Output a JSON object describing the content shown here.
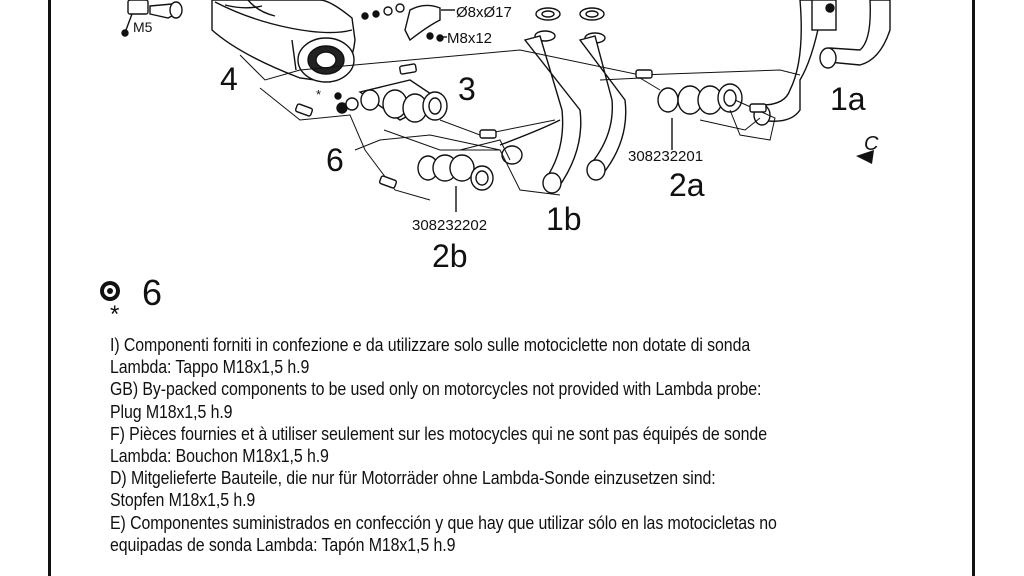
{
  "diagram": {
    "labels": {
      "m5": "M5",
      "washer": "Ø8xØ17",
      "screw": "M8x12",
      "part_4": "4",
      "part_3": "3",
      "part_6": "6",
      "part_1a": "1a",
      "part_1b": "1b",
      "part_2a": "2a",
      "part_2b": "2b",
      "code_2a": "308232201",
      "code_2b": "308232202",
      "part_c": "C",
      "star": "*"
    }
  },
  "legend": {
    "number": "6",
    "star": "*"
  },
  "notes": {
    "lines": [
      "I) Componenti forniti in confezione e da utilizzare solo sulle motociclette non dotate di sonda",
      "Lambda: Tappo M18x1,5 h.9",
      "GB) By-packed components to be used only on motorcycles not provided with Lambda probe:",
      "Plug M18x1,5 h.9",
      "F) Pièces fournies et à utiliser seulement sur les motocycles qui ne sont pas équipés de sonde",
      "Lambda: Bouchon M18x1,5 h.9",
      "D) Mitgelieferte Bauteile, die nur für Motorräder ohne Lambda-Sonde einzusetzen sind:",
      "Stopfen M18x1,5 h.9",
      "E) Componentes suministrados en confección y que hay que utilizar sólo en las motocicletas no",
      "equipadas de sonda Lambda: Tapón M18x1,5 h.9"
    ]
  }
}
